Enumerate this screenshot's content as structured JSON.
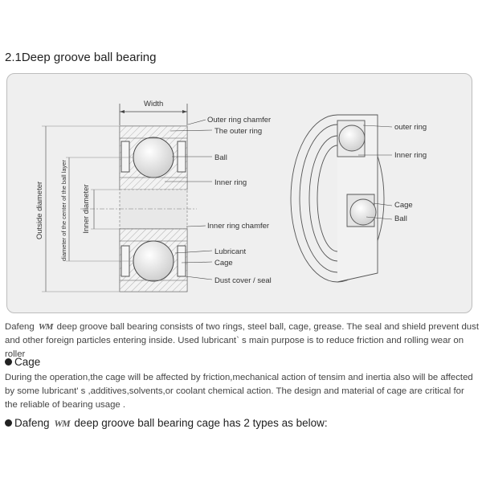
{
  "section_title": "2.1Deep groove ball bearing",
  "labels": {
    "width": "Width",
    "outer_ring_chamfer": "Outer ring chamfer",
    "the_outer_ring": "The outer ring",
    "ball": "Ball",
    "inner_ring": "Inner ring",
    "inner_ring_chamfer": "Inner ring chamfer",
    "lubricant": "Lubricant",
    "cage": "Cage",
    "dust_cover_seal": "Dust cover / seal",
    "outside_diameter": "Outside diameter",
    "ball_layer_diameter": "diameter of the center of the ball layer",
    "inner_diameter": "Inner diameter",
    "outer_ring_3d": "outer ring",
    "inner_ring_3d": "Inner ring",
    "cage_3d": "Cage",
    "ball_3d": "Ball"
  },
  "description": {
    "brand": "Dafeng",
    "logo_text": "WM",
    "text_before": "",
    "text_after": "deep groove ball bearing consists of two rings, steel ball, cage, grease. The seal and shield prevent dust and other foreign particles entering inside. Used lubricant` s main purpose is to reduce friction and rolling wear on roller"
  },
  "cage_section": {
    "heading": "Cage",
    "body": "During the operation,the cage will be affected by friction,mechanical action of tensim and inertia also will be affected by some  lubricant' s ,additives,solvents,or coolant chemical action. The design and material of cage are critical for the reliable of bearing usage ."
  },
  "types_section": {
    "brand": "Dafeng",
    "logo_text": "WM",
    "text": "deep groove ball bearing cage has 2 types as below:"
  }
}
